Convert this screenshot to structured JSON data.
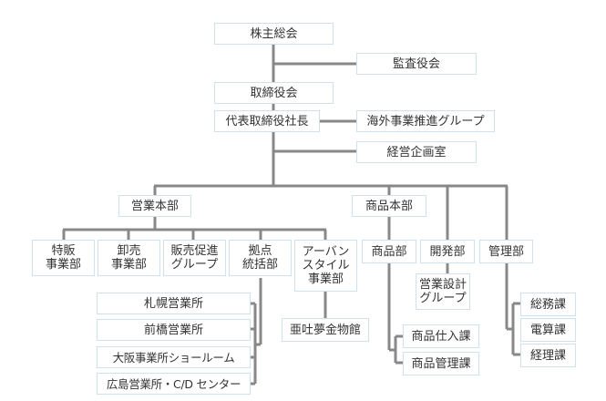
{
  "colors": {
    "line": "#888888",
    "box_border": "#cfe0ef",
    "text": "#333333"
  },
  "org": {
    "shareholders": "株主総会",
    "auditors": "監査役会",
    "board": "取締役会",
    "president": "代表取締役社長",
    "overseas": "海外事業推進グループ",
    "planning": "経営企画室",
    "sales_hq": "営業本部",
    "sales_divisions": [
      "特販\n事業部",
      "卸売\n事業部",
      "販売促進\nグループ",
      "拠点\n統括部",
      "アーバン\nスタイル\n事業部"
    ],
    "offices": [
      "札幌営業所",
      "前橋営業所",
      "大阪事業所ショールーム",
      "広島営業所・C/D センター"
    ],
    "museum": "亜吐夢金物館",
    "product_hq": "商品本部",
    "product_dept": "商品部",
    "product_sections": [
      "商品仕入課",
      "商品管理課"
    ],
    "development": "開発部",
    "design_group": "営業設計\nグループ",
    "admin": "管理部",
    "admin_sections": [
      "総務課",
      "電算課",
      "経理課"
    ]
  }
}
